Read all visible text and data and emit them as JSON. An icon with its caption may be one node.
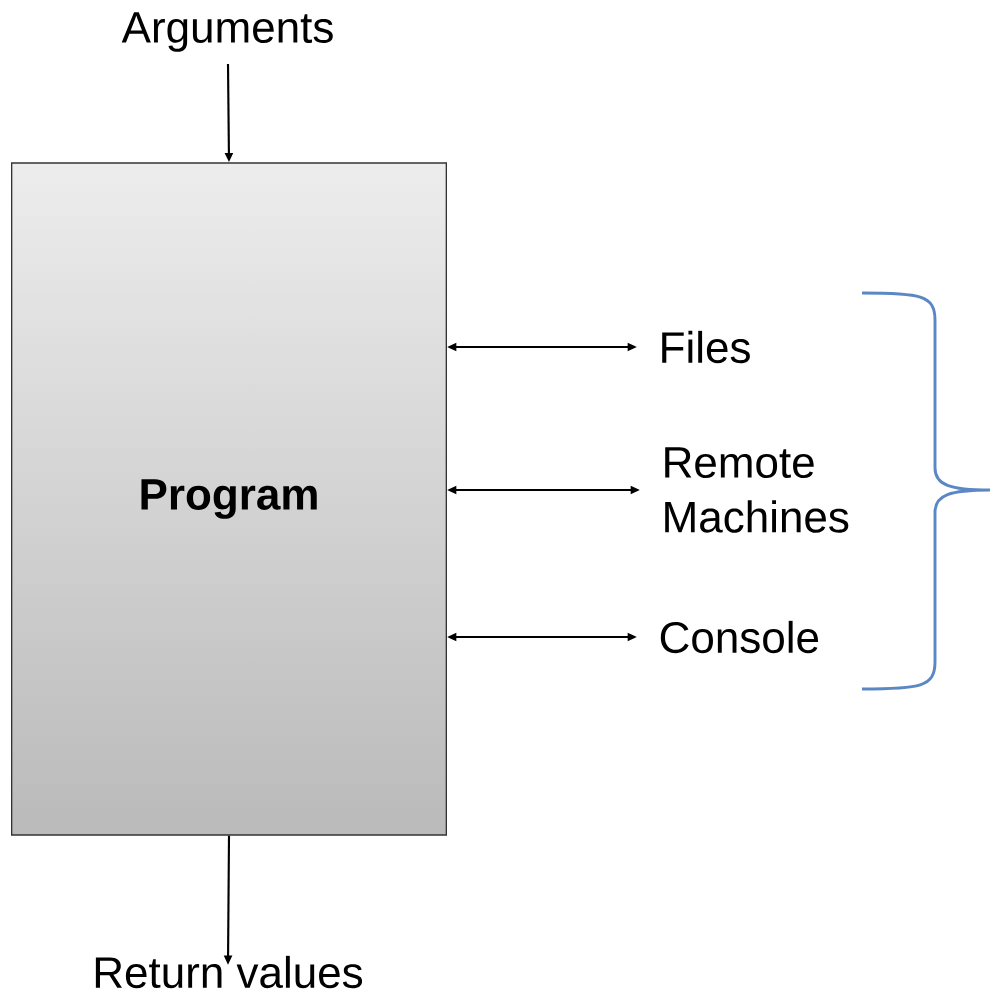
{
  "diagram": {
    "nodes": [
      {
        "text": [
          "Arguments"
        ]
      },
      {
        "text": [
          "Program"
        ]
      },
      {
        "text": [
          "Files"
        ]
      },
      {
        "text": [
          "Remote Machines"
        ]
      },
      {
        "text": [
          "Console"
        ]
      },
      {
        "text": [
          "Return values"
        ]
      }
    ],
    "edges": [
      {
        "from": 0,
        "to": 1,
        "arrow": "to"
      },
      {
        "from": 1,
        "to": 2,
        "arrow": "both"
      },
      {
        "from": 1,
        "to": 3,
        "arrow": "both"
      },
      {
        "from": 1,
        "to": 4,
        "arrow": "both"
      },
      {
        "from": 1,
        "to": 5,
        "arrow": "to"
      }
    ]
  }
}
